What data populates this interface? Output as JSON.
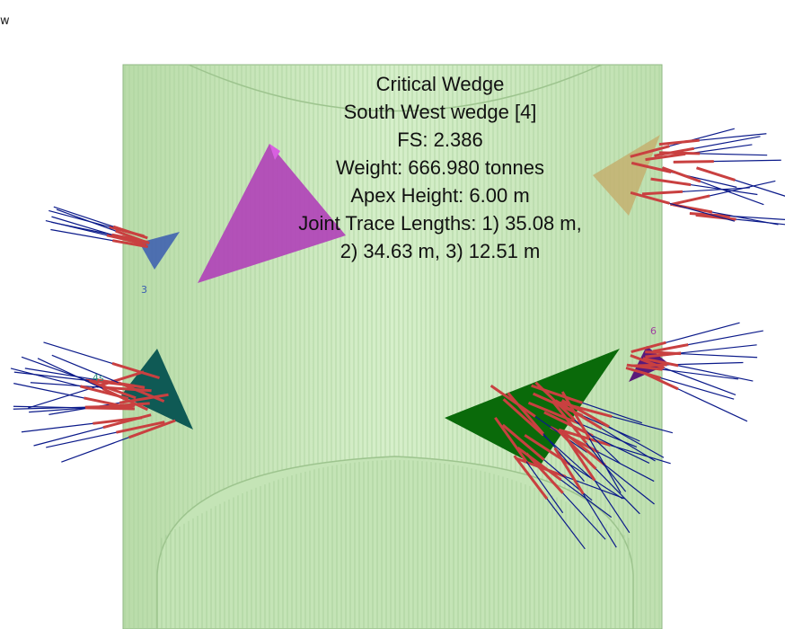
{
  "corner_label": "w",
  "info": {
    "title": "Critical Wedge",
    "wedge_name": "South West wedge [4]",
    "fs": "FS: 2.386",
    "weight": "Weight: 666.980 tonnes",
    "apex_height": "Apex Height: 6.00 m",
    "trace_line1": "Joint Trace Lengths: 1) 35.08 m,",
    "trace_line2": "2) 34.63 m,  3) 12.51 m"
  },
  "wedge_labels": {
    "w3": "3",
    "w4s": "4s",
    "w6": "6"
  },
  "colors": {
    "shaft_fill": "#c9e8bd",
    "shaft_lines": "#9ac48d",
    "bolt_blue": "#0b1a8a",
    "bolt_red": "#c94040",
    "wedge_magenta": "#b040b8",
    "wedge_blue": "#3a5cb0",
    "wedge_teal": "#0f5a55",
    "wedge_green": "#0a6a0a",
    "wedge_tan": "#c4b070",
    "wedge_purple": "#5a1a7a"
  }
}
